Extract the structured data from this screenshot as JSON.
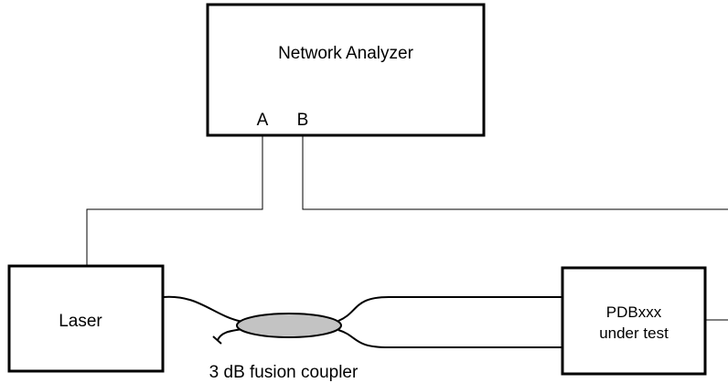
{
  "diagram": {
    "network_analyzer": {
      "label": "Network Analyzer",
      "port_a": "A",
      "port_b": "B"
    },
    "laser": {
      "label": "Laser"
    },
    "dut": {
      "line1": "PDBxxx",
      "line2": "under test"
    },
    "coupler": {
      "label": "3 dB fusion coupler"
    },
    "colors": {
      "line": "#000000",
      "coupler_fill": "#c3c3c3",
      "background": "#ffffff"
    }
  }
}
